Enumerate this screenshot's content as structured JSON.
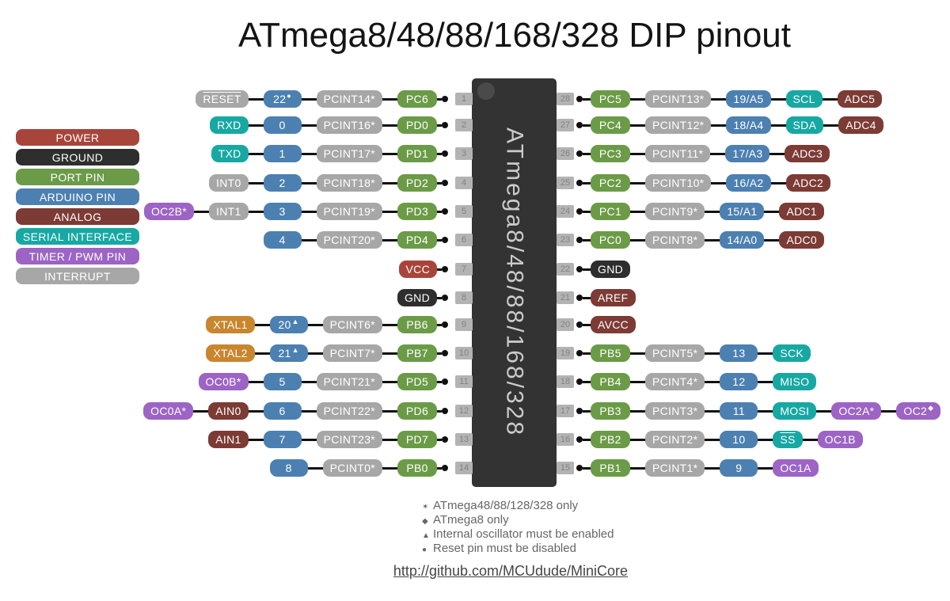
{
  "title": "ATmega8/48/88/168/328 DIP pinout",
  "chip": {
    "label": "ATmega8/48/88/168/328"
  },
  "colors": {
    "power": "#A8453B",
    "ground": "#2E2E2E",
    "port": "#6B9B47",
    "arduino": "#4C80B1",
    "analog": "#7C3B34",
    "serial": "#17A8A3",
    "timer": "#9C64C4",
    "interrupt": "#A7A7A7",
    "xtal": "#C8862F",
    "chip_body": "#333333",
    "wire": "#101010",
    "pin_tab": "#B3B3B3"
  },
  "legend": {
    "items": [
      {
        "label": "POWER",
        "type": "power"
      },
      {
        "label": "GROUND",
        "type": "ground"
      },
      {
        "label": "PORT PIN",
        "type": "port"
      },
      {
        "label": "ARDUINO PIN",
        "type": "arduino"
      },
      {
        "label": "ANALOG",
        "type": "analog"
      },
      {
        "label": "SERIAL INTERFACE",
        "type": "serial"
      },
      {
        "label": "TIMER / PWM PIN",
        "type": "timer"
      },
      {
        "label": "INTERRUPT",
        "type": "interrupt"
      }
    ]
  },
  "left_rows": [
    {
      "pin": "1",
      "boxes": [
        {
          "label": "RESET",
          "type": "interrupt",
          "overline": true
        },
        {
          "label": "22",
          "type": "arduino",
          "sup": "●"
        },
        {
          "label": "PCINT14*",
          "type": "interrupt"
        },
        {
          "label": "PC6",
          "type": "port"
        }
      ]
    },
    {
      "pin": "2",
      "boxes": [
        {
          "label": "RXD",
          "type": "serial"
        },
        {
          "label": "0",
          "type": "arduino"
        },
        {
          "label": "PCINT16*",
          "type": "interrupt"
        },
        {
          "label": "PD0",
          "type": "port"
        }
      ]
    },
    {
      "pin": "3",
      "boxes": [
        {
          "label": "TXD",
          "type": "serial"
        },
        {
          "label": "1",
          "type": "arduino"
        },
        {
          "label": "PCINT17*",
          "type": "interrupt"
        },
        {
          "label": "PD1",
          "type": "port"
        }
      ]
    },
    {
      "pin": "4",
      "boxes": [
        {
          "label": "INT0",
          "type": "interrupt"
        },
        {
          "label": "2",
          "type": "arduino"
        },
        {
          "label": "PCINT18*",
          "type": "interrupt"
        },
        {
          "label": "PD2",
          "type": "port"
        }
      ]
    },
    {
      "pin": "5",
      "boxes": [
        {
          "label": "OC2B*",
          "type": "timer"
        },
        {
          "label": "INT1",
          "type": "interrupt"
        },
        {
          "label": "3",
          "type": "arduino"
        },
        {
          "label": "PCINT19*",
          "type": "interrupt"
        },
        {
          "label": "PD3",
          "type": "port"
        }
      ]
    },
    {
      "pin": "6",
      "boxes": [
        {
          "label": "4",
          "type": "arduino"
        },
        {
          "label": "PCINT20*",
          "type": "interrupt"
        },
        {
          "label": "PD4",
          "type": "port"
        }
      ]
    },
    {
      "pin": "7",
      "boxes": [
        {
          "label": "VCC",
          "type": "power"
        }
      ]
    },
    {
      "pin": "8",
      "boxes": [
        {
          "label": "GND",
          "type": "ground"
        }
      ]
    },
    {
      "pin": "9",
      "boxes": [
        {
          "label": "XTAL1",
          "type": "xtal"
        },
        {
          "label": "20",
          "type": "arduino",
          "sup": "▲"
        },
        {
          "label": "PCINT6*",
          "type": "interrupt"
        },
        {
          "label": "PB6",
          "type": "port"
        }
      ]
    },
    {
      "pin": "10",
      "boxes": [
        {
          "label": "XTAL2",
          "type": "xtal"
        },
        {
          "label": "21",
          "type": "arduino",
          "sup": "▲"
        },
        {
          "label": "PCINT7*",
          "type": "interrupt"
        },
        {
          "label": "PB7",
          "type": "port"
        }
      ]
    },
    {
      "pin": "11",
      "boxes": [
        {
          "label": "OC0B*",
          "type": "timer"
        },
        {
          "label": "5",
          "type": "arduino"
        },
        {
          "label": "PCINT21*",
          "type": "interrupt"
        },
        {
          "label": "PD5",
          "type": "port"
        }
      ]
    },
    {
      "pin": "12",
      "boxes": [
        {
          "label": "OC0A*",
          "type": "timer"
        },
        {
          "label": "AIN0",
          "type": "analog"
        },
        {
          "label": "6",
          "type": "arduino"
        },
        {
          "label": "PCINT22*",
          "type": "interrupt"
        },
        {
          "label": "PD6",
          "type": "port"
        }
      ]
    },
    {
      "pin": "13",
      "boxes": [
        {
          "label": "AIN1",
          "type": "analog"
        },
        {
          "label": "7",
          "type": "arduino"
        },
        {
          "label": "PCINT23*",
          "type": "interrupt"
        },
        {
          "label": "PD7",
          "type": "port"
        }
      ]
    },
    {
      "pin": "14",
      "boxes": [
        {
          "label": "8",
          "type": "arduino"
        },
        {
          "label": "PCINT0*",
          "type": "interrupt"
        },
        {
          "label": "PB0",
          "type": "port"
        }
      ]
    }
  ],
  "right_rows": [
    {
      "pin": "28",
      "boxes": [
        {
          "label": "PC5",
          "type": "port"
        },
        {
          "label": "PCINT13*",
          "type": "interrupt"
        },
        {
          "label": "19/A5",
          "type": "arduino"
        },
        {
          "label": "SCL",
          "type": "serial"
        },
        {
          "label": "ADC5",
          "type": "analog"
        }
      ]
    },
    {
      "pin": "27",
      "boxes": [
        {
          "label": "PC4",
          "type": "port"
        },
        {
          "label": "PCINT12*",
          "type": "interrupt"
        },
        {
          "label": "18/A4",
          "type": "arduino"
        },
        {
          "label": "SDA",
          "type": "serial"
        },
        {
          "label": "ADC4",
          "type": "analog"
        }
      ]
    },
    {
      "pin": "26",
      "boxes": [
        {
          "label": "PC3",
          "type": "port"
        },
        {
          "label": "PCINT11*",
          "type": "interrupt"
        },
        {
          "label": "17/A3",
          "type": "arduino"
        },
        {
          "label": "ADC3",
          "type": "analog"
        }
      ]
    },
    {
      "pin": "25",
      "boxes": [
        {
          "label": "PC2",
          "type": "port"
        },
        {
          "label": "PCINT10*",
          "type": "interrupt"
        },
        {
          "label": "16/A2",
          "type": "arduino"
        },
        {
          "label": "ADC2",
          "type": "analog"
        }
      ]
    },
    {
      "pin": "24",
      "boxes": [
        {
          "label": "PC1",
          "type": "port"
        },
        {
          "label": "PCINT9*",
          "type": "interrupt"
        },
        {
          "label": "15/A1",
          "type": "arduino"
        },
        {
          "label": "ADC1",
          "type": "analog"
        }
      ]
    },
    {
      "pin": "23",
      "boxes": [
        {
          "label": "PC0",
          "type": "port"
        },
        {
          "label": "PCINT8*",
          "type": "interrupt"
        },
        {
          "label": "14/A0",
          "type": "arduino"
        },
        {
          "label": "ADC0",
          "type": "analog"
        }
      ]
    },
    {
      "pin": "22",
      "boxes": [
        {
          "label": "GND",
          "type": "ground"
        }
      ]
    },
    {
      "pin": "21",
      "boxes": [
        {
          "label": "AREF",
          "type": "analog"
        }
      ]
    },
    {
      "pin": "20",
      "boxes": [
        {
          "label": "AVCC",
          "type": "analog"
        }
      ]
    },
    {
      "pin": "19",
      "boxes": [
        {
          "label": "PB5",
          "type": "port"
        },
        {
          "label": "PCINT5*",
          "type": "interrupt"
        },
        {
          "label": "13",
          "type": "arduino"
        },
        {
          "label": "SCK",
          "type": "serial"
        }
      ]
    },
    {
      "pin": "18",
      "boxes": [
        {
          "label": "PB4",
          "type": "port"
        },
        {
          "label": "PCINT4*",
          "type": "interrupt"
        },
        {
          "label": "12",
          "type": "arduino"
        },
        {
          "label": "MISO",
          "type": "serial"
        }
      ]
    },
    {
      "pin": "17",
      "boxes": [
        {
          "label": "PB3",
          "type": "port"
        },
        {
          "label": "PCINT3*",
          "type": "interrupt"
        },
        {
          "label": "11",
          "type": "arduino"
        },
        {
          "label": "MOSI",
          "type": "serial"
        },
        {
          "label": "OC2A*",
          "type": "timer"
        },
        {
          "label": "OC2",
          "type": "timer",
          "sup": "◆"
        }
      ]
    },
    {
      "pin": "16",
      "boxes": [
        {
          "label": "PB2",
          "type": "port"
        },
        {
          "label": "PCINT2*",
          "type": "interrupt"
        },
        {
          "label": "10",
          "type": "arduino"
        },
        {
          "label": "SS",
          "type": "serial",
          "overline": true
        },
        {
          "label": "OC1B",
          "type": "timer"
        }
      ]
    },
    {
      "pin": "15",
      "boxes": [
        {
          "label": "PB1",
          "type": "port"
        },
        {
          "label": "PCINT1*",
          "type": "interrupt"
        },
        {
          "label": "9",
          "type": "arduino"
        },
        {
          "label": "OC1A",
          "type": "timer"
        }
      ]
    }
  ],
  "footnotes": [
    {
      "symbol": "✶",
      "text": "ATmega48/88/128/328 only"
    },
    {
      "symbol": "◆",
      "text": "ATmega8 only"
    },
    {
      "symbol": "▲",
      "text": "Internal oscillator must be enabled"
    },
    {
      "symbol": "●",
      "text": "Reset pin must be disabled"
    }
  ],
  "footer": {
    "url": "http://github.com/MCUdude/MiniCore"
  }
}
